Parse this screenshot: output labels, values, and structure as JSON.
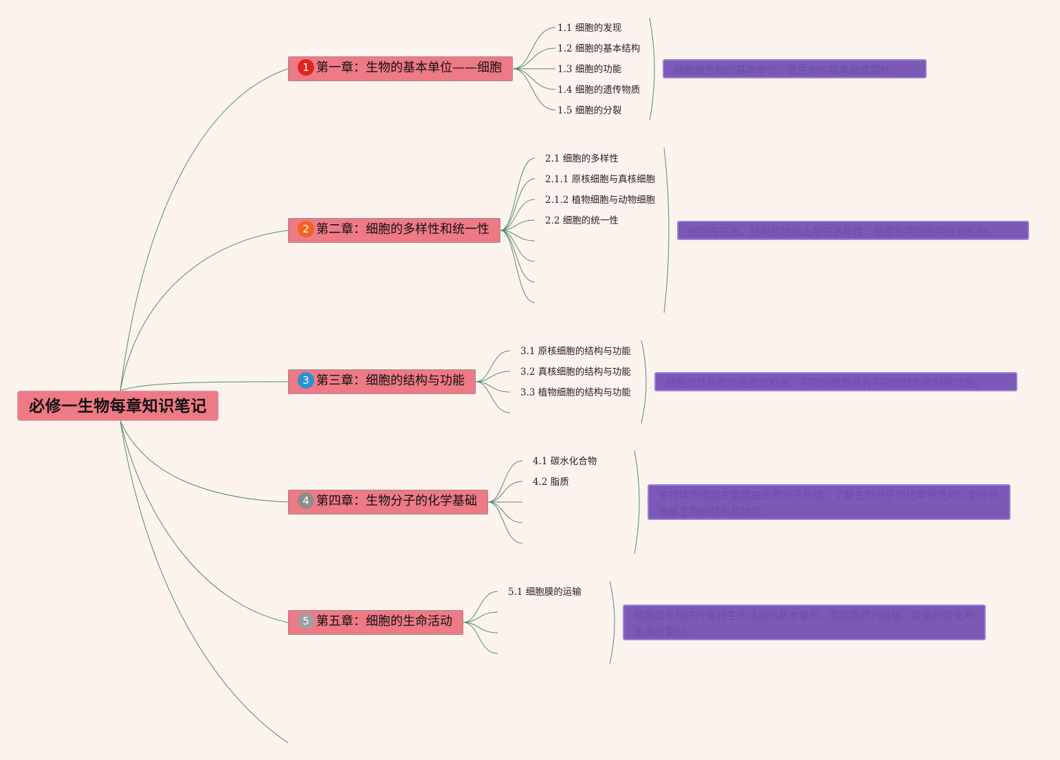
{
  "root": {
    "title": "必修一生物每章知识笔记"
  },
  "chapters": [
    {
      "label": "第一章：生物的基本单位——细胞",
      "badge": "1",
      "badge_color": "#e0261c",
      "subtopics": [
        "1.1 细胞的发现",
        "1.2 细胞的基本结构",
        "1.3 细胞的功能",
        "1.4 细胞的遗传物质",
        "1.5 细胞的分裂"
      ],
      "summary": "细胞是生物的基本单位，是生命的基本组成部分。"
    },
    {
      "label": "第二章：细胞的多样性和统一性",
      "badge": "2",
      "badge_color": "#f0641e",
      "subtopics": [
        "2.1 细胞的多样性",
        "2.1.1 原核细胞与真核细胞",
        "2.1.2 植物细胞与动物细胞",
        "2.2 细胞的统一性"
      ],
      "summary": "细胞在形态、结构和功能上存在多样性，但都有共同的特征和机制。"
    },
    {
      "label": "第三章：细胞的结构与功能",
      "badge": "3",
      "badge_color": "#2f8fd6",
      "subtopics": [
        "3.1 原核细胞的结构与功能",
        "3.2 真核细胞的结构与功能",
        "3.3 植物细胞的结构与功能"
      ],
      "summary": "细胞的结构和功能密切相关，不同的细胞具有不同的结构和特殊功能。"
    },
    {
      "label": "第四章：生物分子的化学基础",
      "badge": "4",
      "badge_color": "#8c8c8c",
      "subtopics": [
        "4.1 碳水化合物",
        "4.2 脂质"
      ],
      "summary": "生物体的组成主要是由生物分子构成，了解生物分子的化学特性可以更好地理解生物的结构和功能。"
    },
    {
      "label": "第五章：细胞的生命活动",
      "badge": "5",
      "badge_color": "#a0a0a0",
      "subtopics": [
        "5.1 细胞膜的运输"
      ],
      "summary": "细胞是生物进行各种生命活动的基本单位，包括物质的运输、能量的转化和生命的繁衍。"
    }
  ]
}
